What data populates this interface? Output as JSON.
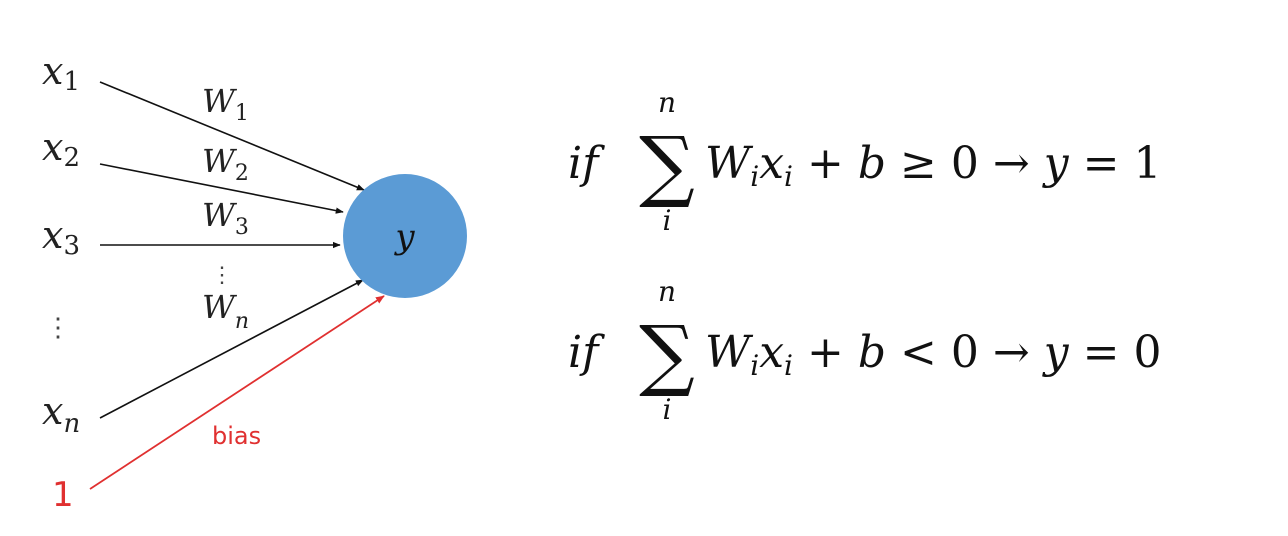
{
  "neuron": {
    "output_label": "y",
    "circle_color": "#5B9BD5"
  },
  "inputs": [
    {
      "var": "x",
      "sub": "1"
    },
    {
      "var": "x",
      "sub": "2"
    },
    {
      "var": "x",
      "sub": "3"
    },
    {
      "var": "x",
      "sub": "n"
    }
  ],
  "weights": [
    {
      "var": "W",
      "sub": "1"
    },
    {
      "var": "W",
      "sub": "2"
    },
    {
      "var": "W",
      "sub": "3"
    },
    {
      "var": "W",
      "sub": "n"
    }
  ],
  "dots": "⋮",
  "bias": {
    "input_value": "1",
    "label": "bias",
    "color": "#e03030"
  },
  "equations": [
    {
      "prefix": "if",
      "sum_top": "n",
      "sum_symbol": "∑",
      "sum_bottom": "i",
      "term_w": "W",
      "term_w_sub": "i",
      "term_x": "x",
      "term_x_sub": "i",
      "plus": "+",
      "b": "b",
      "relation": "≥",
      "zero": "0",
      "arrow": "→",
      "y": "y",
      "eq": "=",
      "result": "1"
    },
    {
      "prefix": "if",
      "sum_top": "n",
      "sum_symbol": "∑",
      "sum_bottom": "i",
      "term_w": "W",
      "term_w_sub": "i",
      "term_x": "x",
      "term_x_sub": "i",
      "plus": "+",
      "b": "b",
      "relation": "<",
      "zero": "0",
      "arrow": "→",
      "y": "y",
      "eq": "=",
      "result": "0"
    }
  ]
}
